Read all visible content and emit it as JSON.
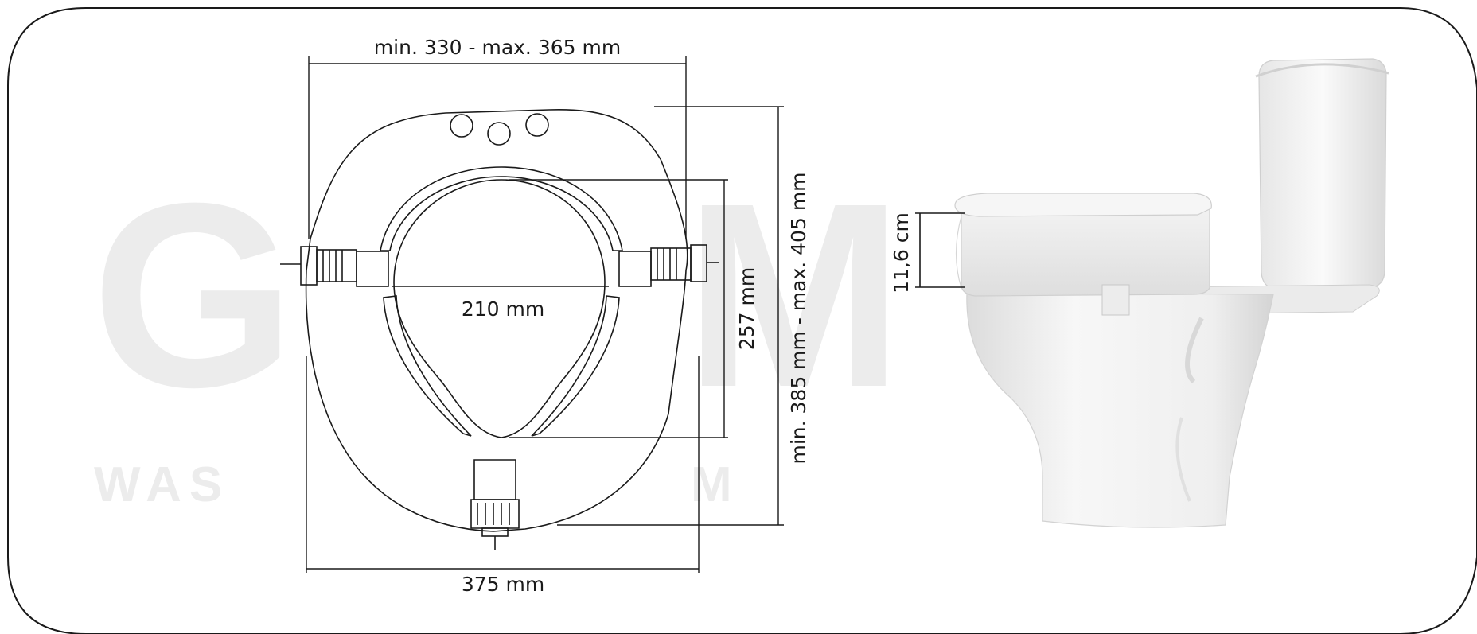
{
  "watermark": {
    "logo_letter_1": "G",
    "logo_letter_2": "M",
    "text_1": "WAS",
    "text_2": "M"
  },
  "dimensions": {
    "width_adjustable": "min. 330 - max. 365 mm",
    "opening_width": "210 mm",
    "opening_depth": "257 mm",
    "seat_length": "min. 385 mm - max. 405 mm",
    "base_width": "375 mm",
    "height": "11,6 cm"
  },
  "colors": {
    "line": "#1a1a1a",
    "porcelain": "#f2f2f2",
    "watermark": "#ececec"
  }
}
